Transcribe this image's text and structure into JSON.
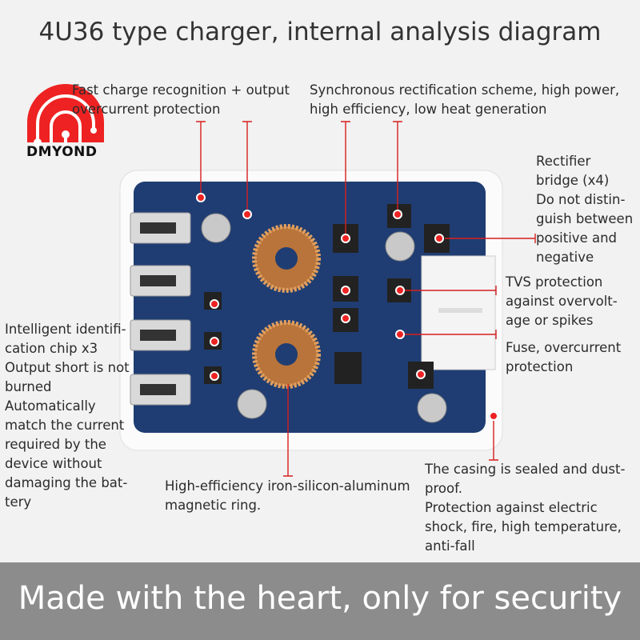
{
  "title": "4U36 type charger, internal analysis diagram",
  "brand": {
    "name": "DMYOND",
    "color": "#ee2222"
  },
  "accent_color": "#d81e1e",
  "pcb_color": "#1f3d72",
  "annotations": {
    "fast_charge": "Fast charge recognition + output\novercurrent protection",
    "sync_rect": "Synchronous rectification scheme, high power,\nhigh efficiency, low heat generation",
    "rectifier": "Rectifier\nbridge (x4)\nDo not distin-\nguish between\npositive and\nnegative",
    "tvs": "TVS protection\nagainst overvolt-\nage or spikes",
    "fuse": "Fuse, overcurrent\nprotection",
    "chip": "Intelligent identifi-\ncation chip x3\nOutput short is not\nburned\nAutomatically\nmatch the current\nrequired by the\ndevice without\ndamaging the bat-\ntery",
    "ring": "High-efficiency iron-silicon-aluminum\nmagnetic ring.",
    "casing": "The casing is sealed and dust-\nproof.\nProtection against electric\nshock, fire, high temperature,\nanti-fall"
  },
  "banner": "Made with the heart, only for security"
}
